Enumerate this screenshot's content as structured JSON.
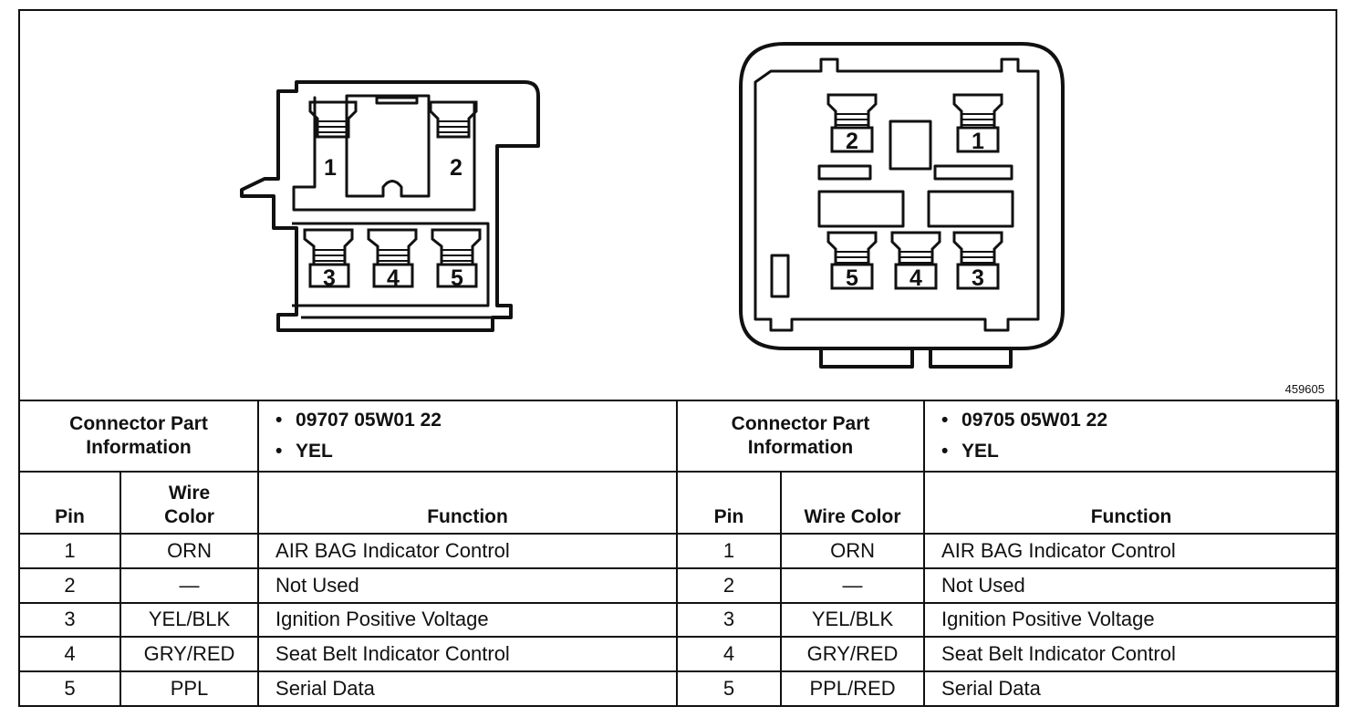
{
  "figure_id": "459605",
  "left_connector": {
    "pin_labels": [
      "1",
      "2",
      "3",
      "4",
      "5"
    ],
    "part_info_title": "Connector Part Information",
    "part_info": [
      "09707 05W01 22",
      "YEL"
    ],
    "headers": {
      "pin": "Pin",
      "wire_color": "Wire Color",
      "function": "Function"
    },
    "rows": [
      {
        "pin": "1",
        "wire_color": "ORN",
        "function": "AIR BAG Indicator Control"
      },
      {
        "pin": "2",
        "wire_color": "—",
        "function": "Not Used"
      },
      {
        "pin": "3",
        "wire_color": "YEL/BLK",
        "function": "Ignition Positive Voltage"
      },
      {
        "pin": "4",
        "wire_color": "GRY/RED",
        "function": "Seat Belt Indicator Control"
      },
      {
        "pin": "5",
        "wire_color": "PPL",
        "function": "Serial Data"
      }
    ]
  },
  "right_connector": {
    "pin_labels": [
      "2",
      "1",
      "5",
      "4",
      "3"
    ],
    "part_info_title": "Connector Part Information",
    "part_info": [
      "09705 05W01 22",
      "YEL"
    ],
    "headers": {
      "pin": "Pin",
      "wire_color": "Wire Color",
      "function": "Function"
    },
    "rows": [
      {
        "pin": "1",
        "wire_color": "ORN",
        "function": "AIR BAG Indicator Control"
      },
      {
        "pin": "2",
        "wire_color": "—",
        "function": "Not Used"
      },
      {
        "pin": "3",
        "wire_color": "YEL/BLK",
        "function": "Ignition Positive Voltage"
      },
      {
        "pin": "4",
        "wire_color": "GRY/RED",
        "function": "Seat Belt Indicator Control"
      },
      {
        "pin": "5",
        "wire_color": "PPL/RED",
        "function": "Serial Data"
      }
    ]
  }
}
